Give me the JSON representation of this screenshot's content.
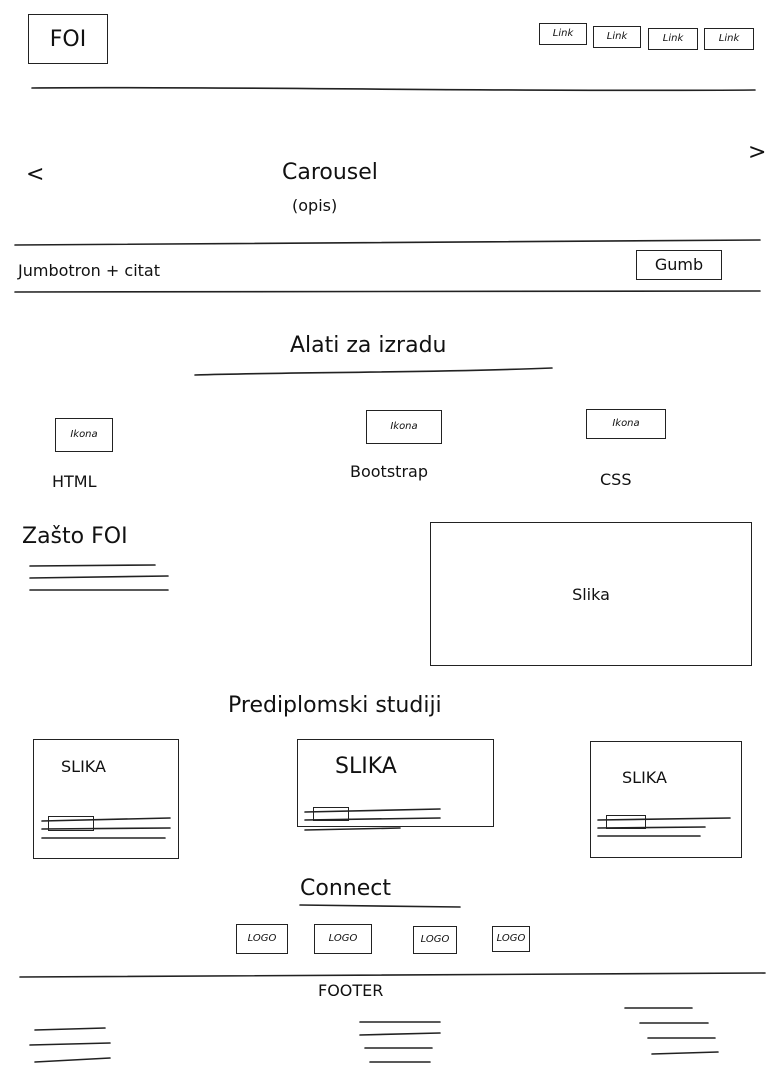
{
  "header": {
    "logo": "FOI",
    "links": [
      "Link",
      "Link",
      "Link",
      "Link"
    ]
  },
  "carousel": {
    "prev": "<",
    "next": ">",
    "title": "Carousel",
    "subtitle": "(opis)"
  },
  "jumbotron": {
    "text": "Jumbotron + citat",
    "button": "Gumb"
  },
  "tools": {
    "title": "Alati za izradu",
    "items": [
      {
        "icon": "Ikona",
        "label": "HTML"
      },
      {
        "icon": "Ikona",
        "label": "Bootstrap"
      },
      {
        "icon": "Ikona",
        "label": "CSS"
      }
    ]
  },
  "why": {
    "title": "Zašto FOI",
    "image": "Slika"
  },
  "studies": {
    "title": "Prediplomski studiji",
    "cards": [
      {
        "image": "SLIKA"
      },
      {
        "image": "SLIKA"
      },
      {
        "image": "SLIKA"
      }
    ]
  },
  "connect": {
    "title": "Connect",
    "logos": [
      "LOGO",
      "LOGO",
      "LOGO",
      "LOGO"
    ]
  },
  "footer": {
    "title": "FOOTER"
  }
}
